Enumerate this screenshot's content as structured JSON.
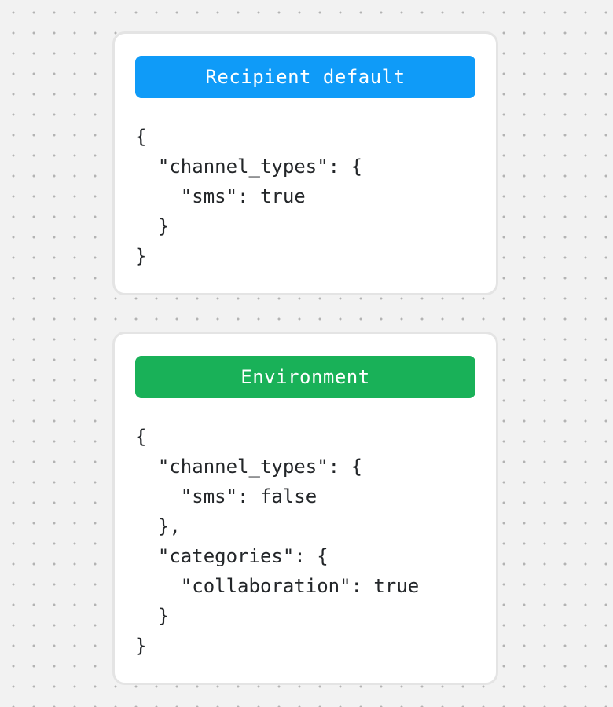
{
  "canvas": {
    "background_color": "#f2f2f2",
    "dot_color": "#b3b3b3"
  },
  "cards": [
    {
      "title": "Recipient default",
      "header_color": "#0f9bf8",
      "title_color": "#ffffff",
      "code": "{\n  \"channel_types\": {\n    \"sms\": true\n  }\n}"
    },
    {
      "title": "Environment",
      "header_color": "#19b158",
      "title_color": "#ffffff",
      "code": "{\n  \"channel_types\": {\n    \"sms\": false\n  },\n  \"categories\": {\n    \"collaboration\": true\n  }\n}"
    }
  ]
}
